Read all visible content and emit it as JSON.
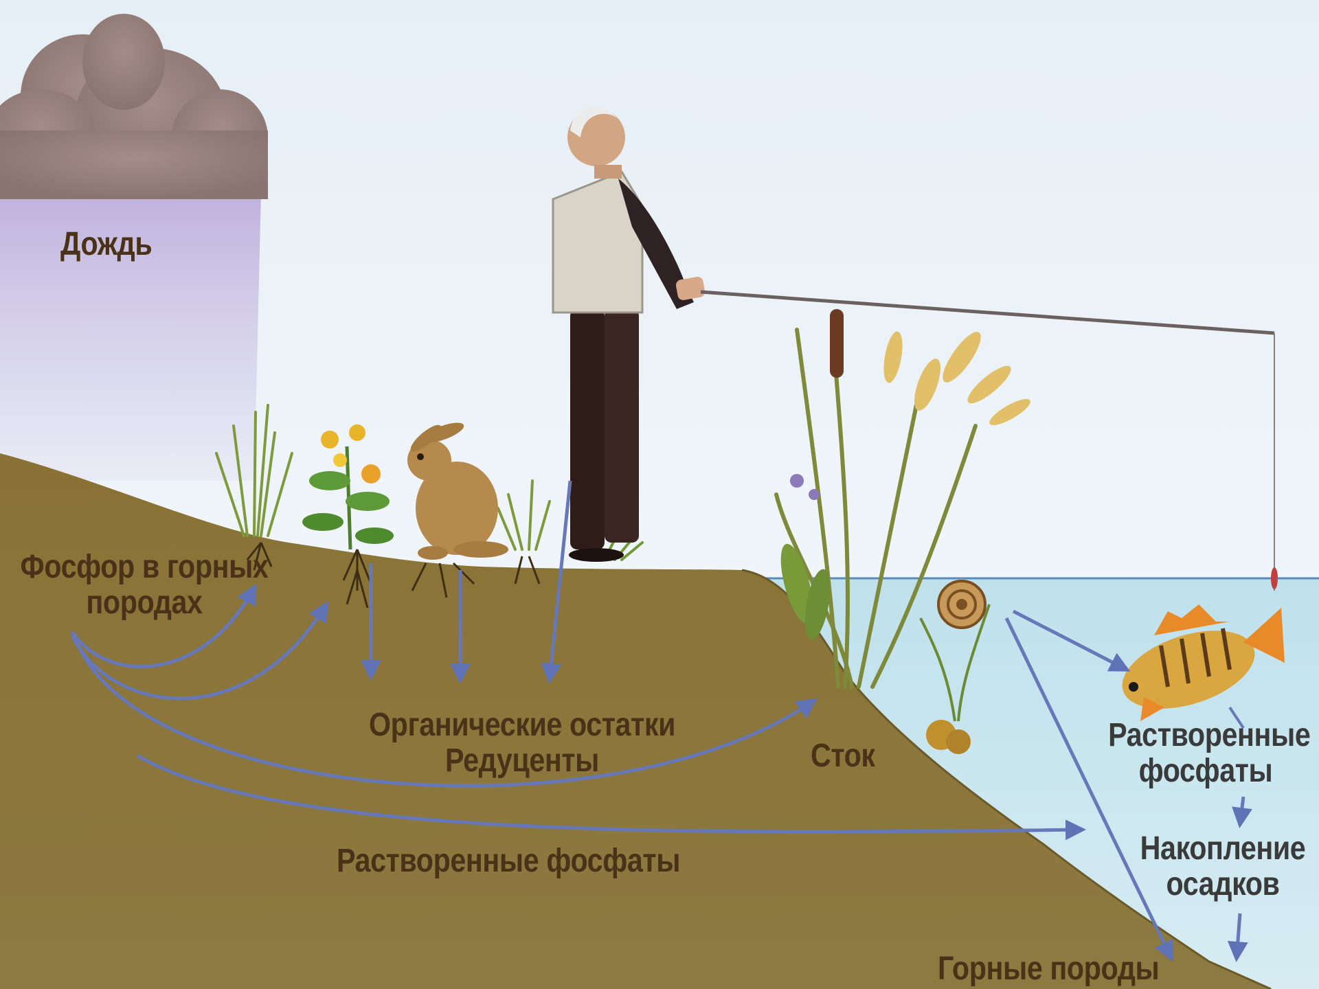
{
  "labels": {
    "rain": "Дождь",
    "rock_phosphorus_line1": "Фосфор в горных",
    "rock_phosphorus_line2": "породах",
    "organic_remains": "Органические остатки",
    "decomposers": "Редуценты",
    "runoff": "Сток",
    "dissolved_phosphates_soil": "Растворенные фосфаты",
    "dissolved_phosphates_water_line1": "Растворенные",
    "dissolved_phosphates_water_line2": "фосфаты",
    "sediment_line1": "Накопление",
    "sediment_line2": "осадков",
    "bedrock": "Горные породы"
  },
  "colors": {
    "sky": "#eef4f8",
    "rain": "#b9a8d6",
    "cloud": "#9c8580",
    "soil": "#8f7a3c",
    "soil_dark": "#6f5d2a",
    "water": "#c6e4ee",
    "arrow": "#6678b8",
    "label": "#4a3218"
  }
}
